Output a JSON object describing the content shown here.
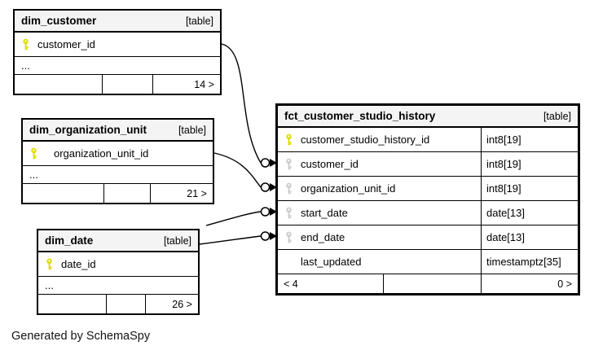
{
  "colors": {
    "pk_key": "#dddd00",
    "fk_key": "#cccccc",
    "header_bg": "#f4f4f4"
  },
  "credit": "Generated by SchemaSpy",
  "tables": {
    "dim_customer": {
      "name": "dim_customer",
      "badge": "[table]",
      "columns": [
        {
          "name": "customer_id",
          "key": "primary"
        }
      ],
      "more": "...",
      "footer": {
        "left": "",
        "mid": "",
        "right": "14 >"
      }
    },
    "dim_organization_unit": {
      "name": "dim_organization_unit",
      "badge": "[table]",
      "columns": [
        {
          "name": "organization_unit_id",
          "key": "primary"
        }
      ],
      "more": "...",
      "footer": {
        "left": "",
        "mid": "",
        "right": "21 >"
      }
    },
    "dim_date": {
      "name": "dim_date",
      "badge": "[table]",
      "columns": [
        {
          "name": "date_id",
          "key": "primary"
        }
      ],
      "more": "...",
      "footer": {
        "left": "",
        "mid": "",
        "right": "26 >"
      }
    },
    "fct_customer_studio_history": {
      "name": "fct_customer_studio_history",
      "badge": "[table]",
      "columns": [
        {
          "name": "customer_studio_history_id",
          "type": "int8[19]",
          "key": "primary"
        },
        {
          "name": "customer_id",
          "type": "int8[19]",
          "key": "foreign"
        },
        {
          "name": "organization_unit_id",
          "type": "int8[19]",
          "key": "foreign"
        },
        {
          "name": "start_date",
          "type": "date[13]",
          "key": "foreign"
        },
        {
          "name": "end_date",
          "type": "date[13]",
          "key": "foreign"
        },
        {
          "name": "last_updated",
          "type": "timestamptz[35]",
          "key": "none"
        }
      ],
      "footer": {
        "left": "< 4",
        "mid": "",
        "right": "0 >"
      }
    }
  },
  "relationships": [
    {
      "from": "dim_customer.customer_id",
      "to": "fct_customer_studio_history.customer_id"
    },
    {
      "from": "dim_organization_unit.organization_unit_id",
      "to": "fct_customer_studio_history.organization_unit_id"
    },
    {
      "from": "dim_date",
      "to": "fct_customer_studio_history.start_date"
    },
    {
      "from": "dim_date",
      "to": "fct_customer_studio_history.end_date"
    }
  ]
}
